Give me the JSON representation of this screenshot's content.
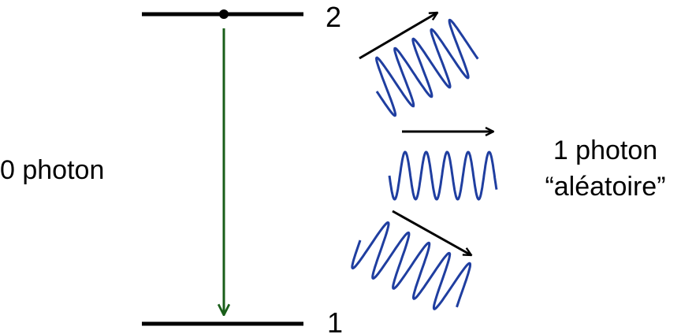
{
  "levels": {
    "upper_label": "2",
    "lower_label": "1"
  },
  "left_label": "0 photon",
  "right_label": {
    "line1": "1 photon",
    "line2": "“aléatoire”"
  },
  "colors": {
    "level_line": "#000000",
    "transition_arrow": "#1a5e1a",
    "wave": "#1f3ea0",
    "direction_arrow": "#000000"
  }
}
